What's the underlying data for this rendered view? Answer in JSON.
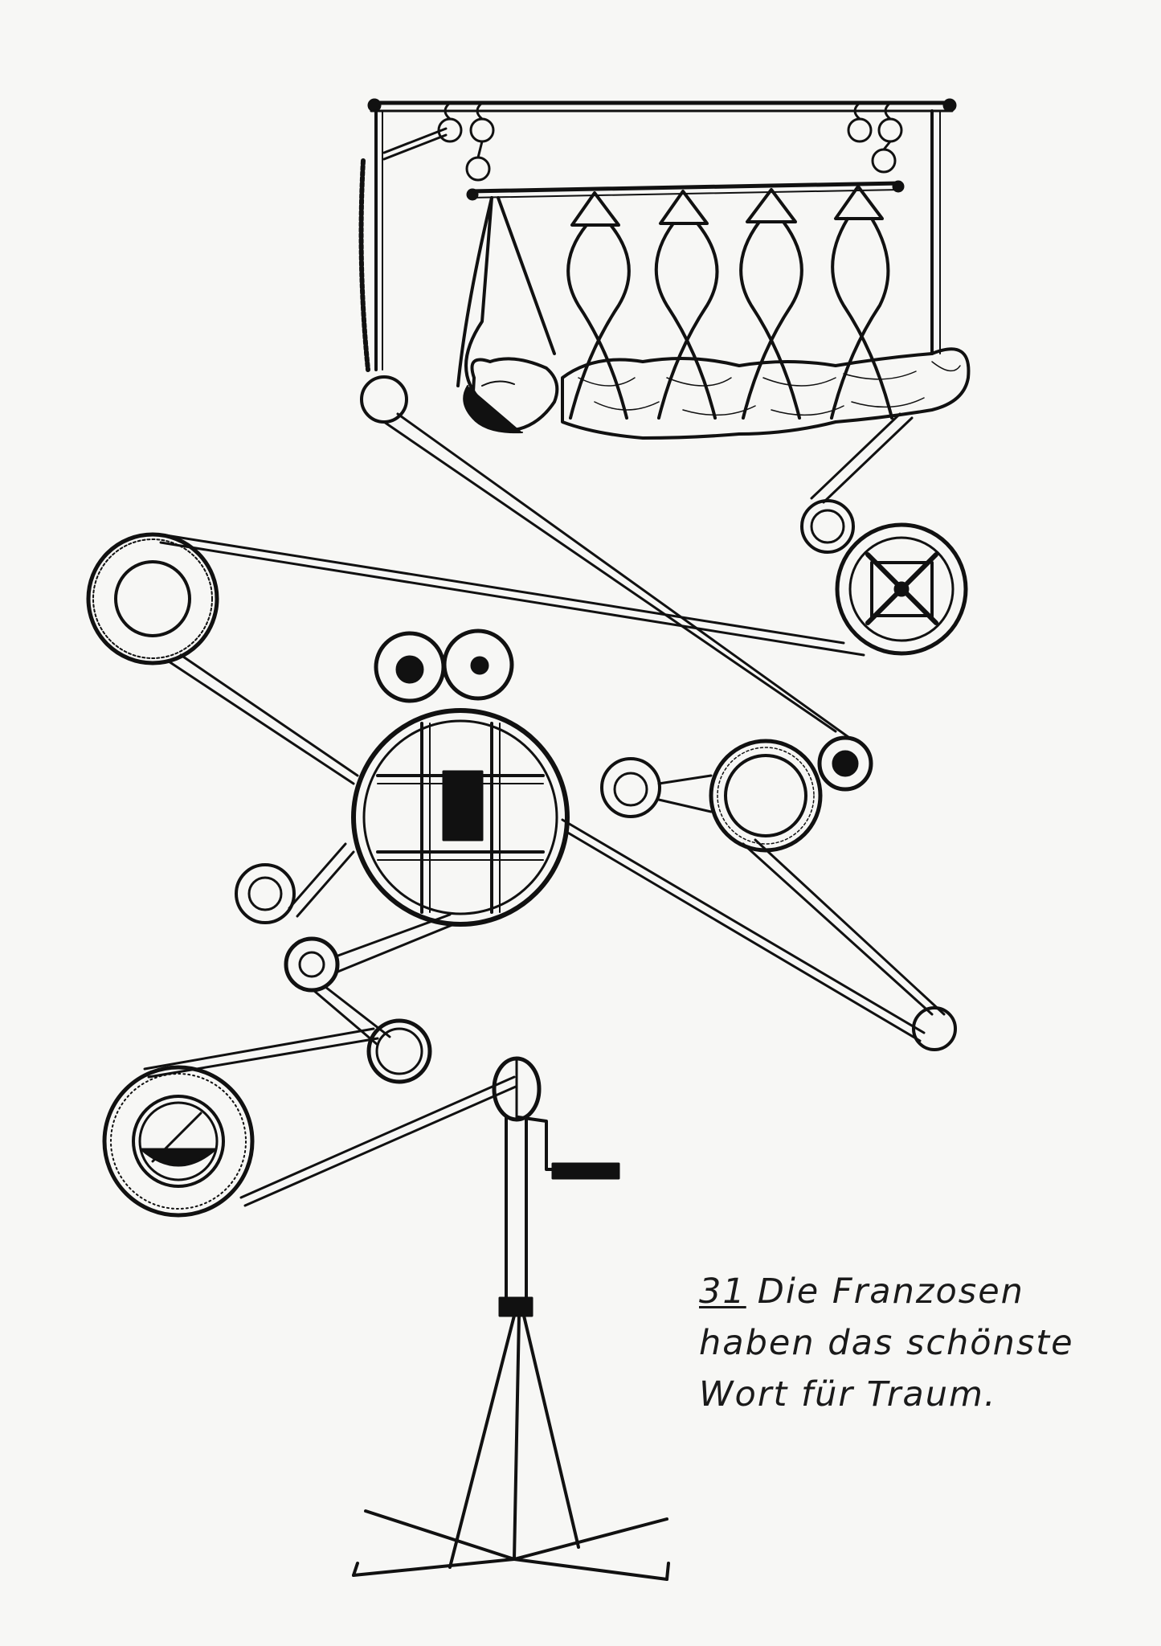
{
  "caption": {
    "number": "31",
    "line1": "Die Franzosen",
    "line2": "haben das schönste",
    "line3": "Wort für Traum."
  },
  "ink_color": "#111111",
  "paper_color": "#f7f7f5"
}
